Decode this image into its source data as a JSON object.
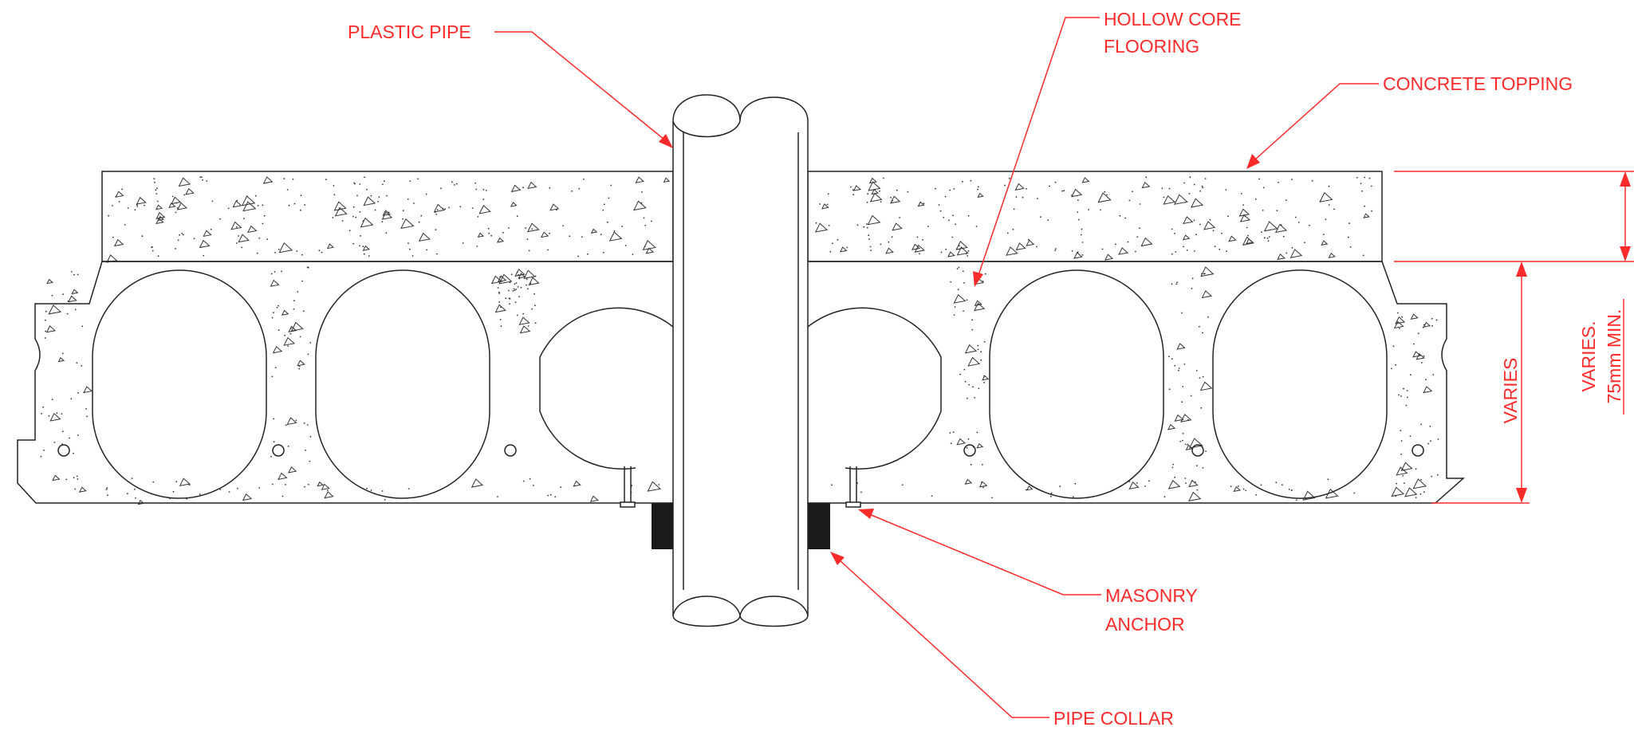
{
  "labels": {
    "plastic_pipe": "PLASTIC PIPE",
    "hollow_core_line1": "HOLLOW CORE",
    "hollow_core_line2": "FLOORING",
    "concrete_topping": "CONCRETE TOPPING",
    "masonry_anchor_line1": "MASONRY",
    "masonry_anchor_line2": "ANCHOR",
    "pipe_collar": "PIPE COLLAR",
    "varies": "VARIES",
    "topping_dim_line1": "VARIES.",
    "topping_dim_line2": "75mm MIN."
  },
  "colors": {
    "annotation": "#ff2a2a",
    "linework": "#222222",
    "collar": "#1a1a1a"
  }
}
